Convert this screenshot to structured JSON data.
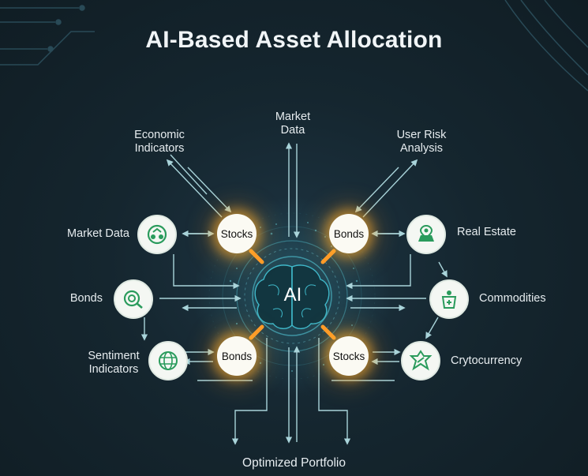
{
  "title": "AI-Based Asset Allocation",
  "core": {
    "label": "AI"
  },
  "inputs": {
    "top_left": [
      "Economic",
      "Indicators"
    ],
    "top_center": [
      "Market",
      "Data"
    ],
    "top_right": [
      "User Risk",
      "Analysis"
    ]
  },
  "left_nodes": [
    {
      "label": "Market Data",
      "icon": "market-data-icon"
    },
    {
      "label": "Bonds",
      "icon": "bonds-icon"
    },
    {
      "label": [
        "Sentiment",
        "Indicators"
      ],
      "icon": "globe-icon"
    }
  ],
  "right_nodes": [
    {
      "label": "Real Estate",
      "icon": "real-estate-icon"
    },
    {
      "label": "Commodities",
      "icon": "commodities-icon"
    },
    {
      "label": "Crytocurrency",
      "icon": "cryptocurrency-icon"
    }
  ],
  "assets": {
    "top_left": "Stocks",
    "top_right": "Bonds",
    "bottom_left": "Bonds",
    "bottom_right": "Stocks"
  },
  "output": "Optimized Portfolio",
  "colors": {
    "background": "#15262f",
    "arrow": "#a9d4da",
    "glow": "#ffb030",
    "icon": "#2a9b5c",
    "brain": "#3fb8c9"
  }
}
